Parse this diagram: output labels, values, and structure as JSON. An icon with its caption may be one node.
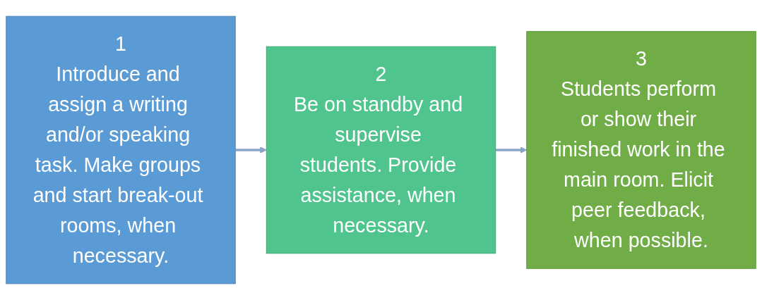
{
  "diagram": {
    "nodes": [
      {
        "text": [
          "1",
          "Introduce and assign a writing and/or speaking task. Make groups and start break-out rooms, when necessary."
        ]
      },
      {
        "text": [
          "2",
          "Be on standby and supervise students. Provide assistance, when necessary."
        ]
      },
      {
        "text": [
          "3",
          "Students perform or show their finished work in the main room. Elicit peer feedback, when possible."
        ]
      }
    ],
    "edges": [
      {
        "from": 0,
        "to": 1,
        "arrow": "to"
      },
      {
        "from": 1,
        "to": 2,
        "arrow": "to"
      }
    ]
  }
}
